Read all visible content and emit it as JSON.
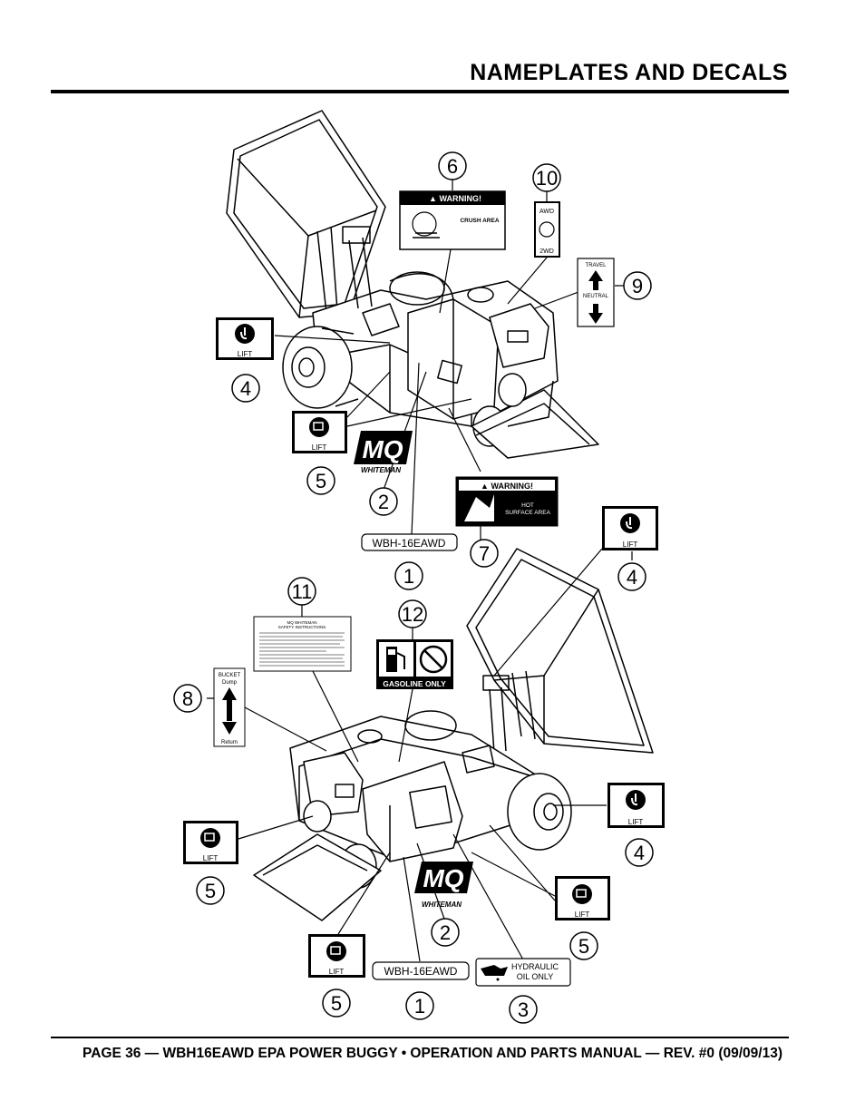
{
  "header": {
    "title": "NAMEPLATES AND DECALS"
  },
  "footer": {
    "text": "PAGE 36 — WBH16EAWD EPA POWER BUGGY • OPERATION AND PARTS MANUAL — REV. #0 (09/09/13)"
  },
  "callouts": [
    "1",
    "2",
    "3",
    "4",
    "5",
    "6",
    "7",
    "8",
    "9",
    "10",
    "11",
    "12"
  ],
  "decals": {
    "model_plate": "WBH-16EAWD",
    "lift": "LIFT",
    "warning": "WARNING!",
    "crush_area": "CRUSH AREA",
    "hot_surface_line1": "HOT",
    "hot_surface_line2": "SURFACE AREA",
    "awd": "AWD",
    "two_wd": "2WD",
    "travel": "TRAVEL",
    "neutral": "NEUTRAL",
    "bucket": "BUCKET",
    "dump": "Dump",
    "return": "Return",
    "gasoline_only": "GASOLINE ONLY",
    "hydraulic_line1": "HYDRAULIC",
    "hydraulic_line2": "OIL ONLY",
    "mq_logo": "MQ",
    "whiteman_logo": "WHITEMAN",
    "safety_title": "MQ WHITEMAN",
    "safety_subtitle": "SAFETY INSTRUCTIONS"
  }
}
